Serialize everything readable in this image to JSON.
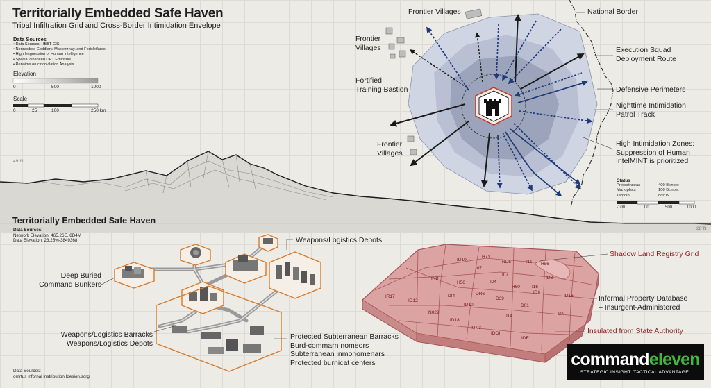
{
  "header": {
    "title": "Territorially Embedded Safe Haven",
    "subtitle": "Tribal Infiltration Grid and Cross-Border Intimidation Envelope"
  },
  "data_sources": {
    "heading": "Data Sources",
    "items": [
      "Data Sources: HBBT GIS",
      "Nonnosbee Goddlary. Maciezzhay. and Foricleifares",
      "High lesgnession of Human Intelligence",
      "Special cihanced OPT Emlosuis",
      "Renaims on cincovilation Analysis"
    ]
  },
  "elevation_legend": {
    "heading": "Elevation",
    "ticks": [
      "0",
      "500",
      "1000"
    ]
  },
  "scale_legend": {
    "heading": "Scale",
    "ticks": [
      "0",
      "25",
      "100",
      "250 km"
    ]
  },
  "latitudes": {
    "upper": "49°N",
    "lower": "28°N"
  },
  "top_map": {
    "labels": {
      "frontier_top": "Frontier Villages",
      "frontier_left": "Frontier\nVillages",
      "bastion": "Fortified\nTraining Bastion",
      "frontier_bottom": "Frontier\nVillages",
      "national_border": "National Border",
      "execution_route": "Execution Squad\nDeployment Route",
      "defensive_perimeters": "Defensive Perimeters",
      "patrol_track": "Nighttime Intimidation\nPatrol Track",
      "intimidation_zones": "High Intimidation Zones:\nSuppression of Human\nIntelMINT is prioritized"
    },
    "status": {
      "heading": "Status",
      "rows": [
        {
          "key": "Precortnxeas",
          "value": "400 Bt:noet"
        },
        {
          "key": "Ma..oplscs",
          "value": "100 Bt:noet"
        },
        {
          "key": "Tercoin",
          "value": "dcs:W"
        }
      ],
      "ticks": [
        "-100",
        "00",
        "500",
        "1000"
      ]
    }
  },
  "lower": {
    "heading": "Territorially Embedded Safe Haven",
    "sources_heading": "Data Sources:",
    "sources_lines": [
      "Network Elevation: 465.26E, 8D4M",
      "Data Elevation: 23.25%-3849368"
    ],
    "labels": {
      "depots_top": "Weapons/Logistics Depots",
      "command_bunkers": "Deep Buried\nCommand Bunkers",
      "barracks_depots": "Weapons/Logistics Barracks\nWeapons/Logistics Depots",
      "protected_barracks": "Protected Subterranean Barracks\nBurd-commarn nomeors\nSubterranean inmonomenars\nProtected burnicat centers"
    },
    "footer_sources_heading": "Data Sources:",
    "footer_sources_text": "omrtus infornal instribution Idesion.sorg"
  },
  "land_registry": {
    "labels": {
      "grid": "Shadow Land Registry Grid",
      "database": "Informal Property Database\n– Insurgent-Administered",
      "insulated": "Insulated from State Authority"
    },
    "parcels": [
      "H71",
      "ND5",
      "I11",
      "H56",
      "ID10",
      "I07",
      "IN8",
      "H56",
      "I04",
      "I07",
      "ID8",
      "IR17",
      "ID12",
      "DI4",
      "DR6",
      "H60",
      "I16",
      "ID16",
      "D39",
      "ID10",
      "ID6",
      "D01",
      "N029",
      "ID18",
      "I14",
      "DN",
      "IUN3",
      "IDOI",
      "IDF1"
    ],
    "colors": {
      "fill": "#dca3a3",
      "stroke": "#a85555",
      "label": "#8b1e1e"
    }
  },
  "logo": {
    "word_white": "command",
    "word_green": "eleven",
    "tagline": "STRATEGIC INSIGHT. TACTICAL ADVANTAGE.",
    "colors": {
      "green": "#3fb83f",
      "background": "#0c0c0c"
    }
  },
  "colors": {
    "arrow_navy": "#1f3a7a",
    "arrow_black": "#1a1a1a",
    "zone_outer": "#d0d5e3",
    "zone_inner": "#9ba4bb",
    "bunker_outline": "#d97a2b"
  }
}
